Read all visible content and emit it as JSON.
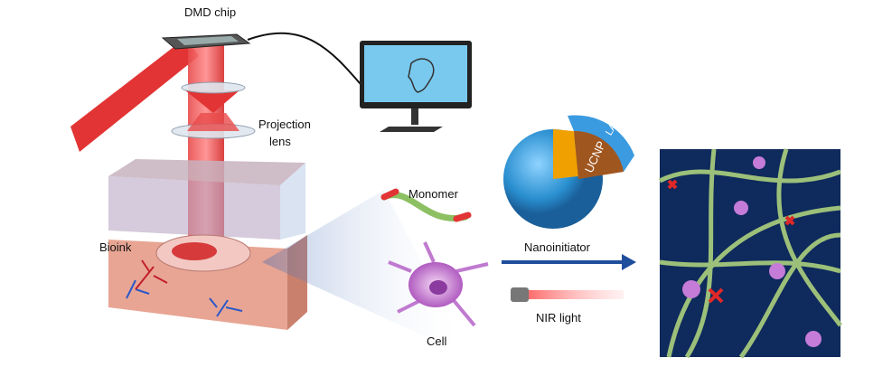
{
  "labels": {
    "dmd_chip": "DMD chip",
    "nir_light_beam": "NIR light",
    "projection_lens_1": "Projection",
    "projection_lens_2": "lens",
    "bioink": "Bioink",
    "monomer": "Monomer",
    "cell": "Cell",
    "ucnp": "UCNP",
    "lap": "LAP",
    "nanoinitiator": "Nanoinitiator",
    "nir_light_laser": "NIR light"
  },
  "colors": {
    "beam": "#e0222a",
    "arrow": "#1f4e9c",
    "sphere": "#2a8fd0",
    "core": "#a0561f",
    "gel_bg": "#0f2a5c",
    "fiber": "#9cc07a"
  }
}
